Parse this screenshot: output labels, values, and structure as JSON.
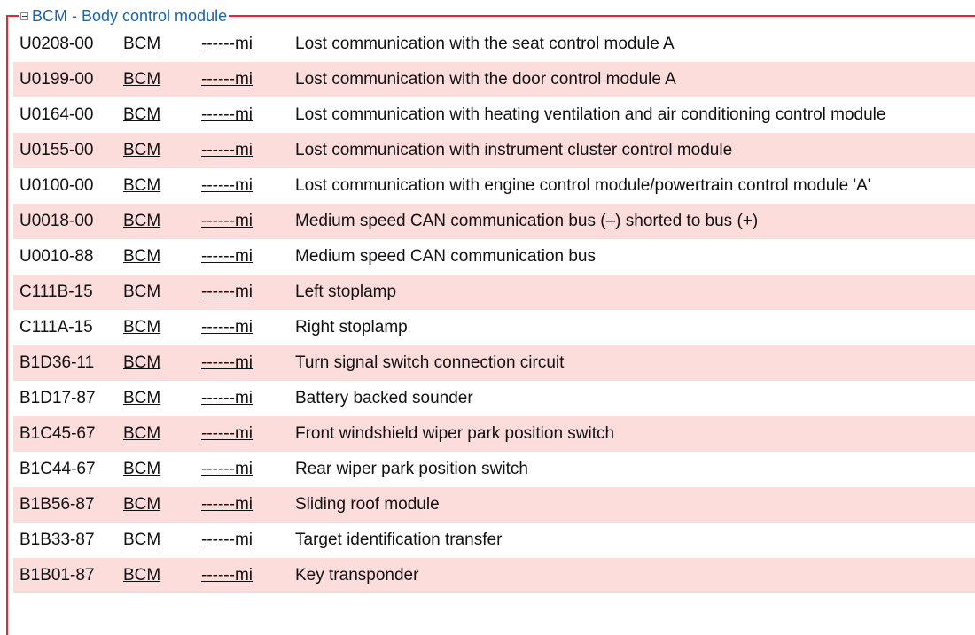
{
  "group": {
    "title": "BCM - Body control module",
    "toggle_icon": "collapse-minus-icon"
  },
  "rows": [
    {
      "code": "U0208-00",
      "module": "BCM",
      "mileage": "------mi",
      "description": "Lost communication with the seat control module A"
    },
    {
      "code": "U0199-00",
      "module": "BCM",
      "mileage": "------mi",
      "description": "Lost communication with the door control module A"
    },
    {
      "code": "U0164-00",
      "module": "BCM",
      "mileage": "------mi",
      "description": "Lost communication with heating ventilation and air conditioning control module"
    },
    {
      "code": "U0155-00",
      "module": "BCM",
      "mileage": "------mi",
      "description": "Lost communication with instrument cluster control module"
    },
    {
      "code": "U0100-00",
      "module": "BCM",
      "mileage": "------mi",
      "description": "Lost communication with engine control module/powertrain control module 'A'"
    },
    {
      "code": "U0018-00",
      "module": "BCM",
      "mileage": "------mi",
      "description": "Medium speed CAN communication bus (–) shorted to bus (+)"
    },
    {
      "code": "U0010-88",
      "module": "BCM",
      "mileage": "------mi",
      "description": "Medium speed CAN communication bus"
    },
    {
      "code": "C111B-15",
      "module": "BCM",
      "mileage": "------mi",
      "description": "Left stoplamp"
    },
    {
      "code": "C111A-15",
      "module": "BCM",
      "mileage": "------mi",
      "description": "Right stoplamp"
    },
    {
      "code": "B1D36-11",
      "module": "BCM",
      "mileage": "------mi",
      "description": "Turn signal switch connection circuit"
    },
    {
      "code": "B1D17-87",
      "module": "BCM",
      "mileage": "------mi",
      "description": "Battery backed sounder"
    },
    {
      "code": "B1C45-67",
      "module": "BCM",
      "mileage": "------mi",
      "description": "Front windshield wiper park position switch"
    },
    {
      "code": "B1C44-67",
      "module": "BCM",
      "mileage": "------mi",
      "description": "Rear wiper park position switch"
    },
    {
      "code": "B1B56-87",
      "module": "BCM",
      "mileage": "------mi",
      "description": "Sliding roof module"
    },
    {
      "code": "B1B33-87",
      "module": "BCM",
      "mileage": "------mi",
      "description": "Target identification transfer"
    },
    {
      "code": "B1B01-87",
      "module": "BCM",
      "mileage": "------mi",
      "description": "Key transponder"
    }
  ],
  "colors": {
    "border": "#e8262d",
    "title": "#1a64a8",
    "row_alt": "#fddcdc"
  }
}
